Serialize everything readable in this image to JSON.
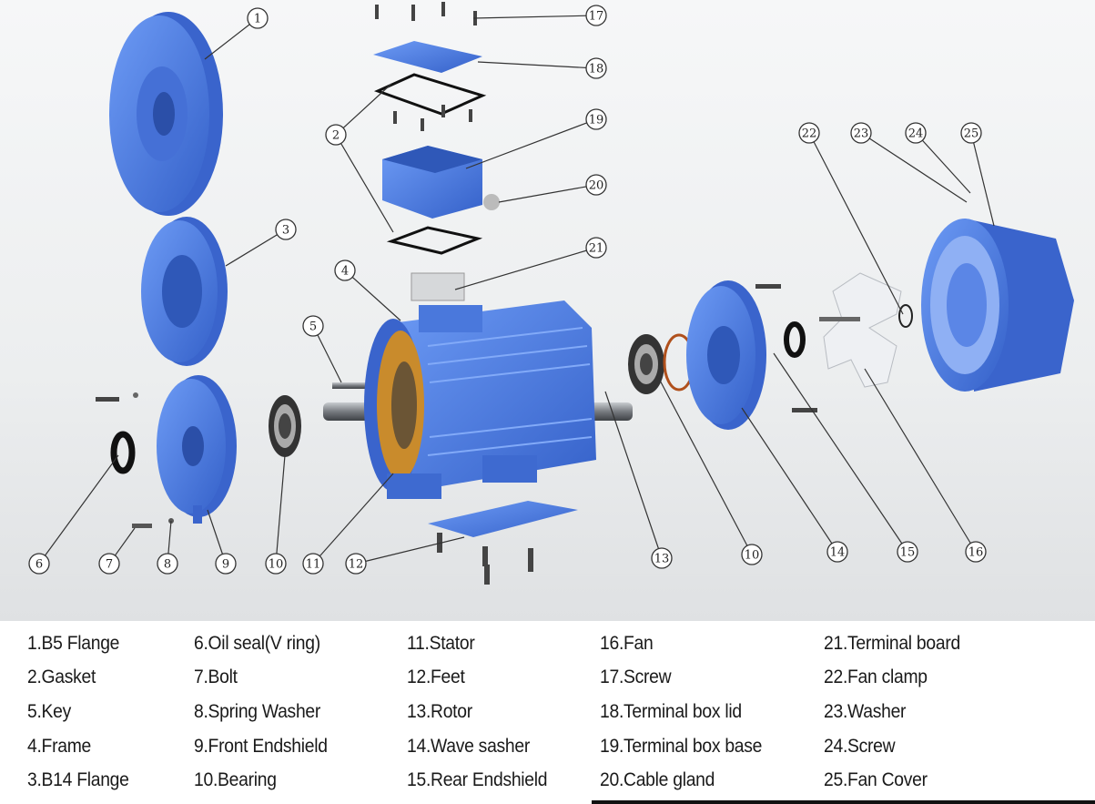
{
  "diagram": {
    "callouts": [
      "1",
      "17",
      "18",
      "2",
      "19",
      "20",
      "3",
      "21",
      "22",
      "23",
      "24",
      "25",
      "4",
      "5",
      "6",
      "7",
      "8",
      "9",
      "10",
      "11",
      "12",
      "13",
      "10",
      "14",
      "15",
      "16"
    ],
    "colors": {
      "part_blue": "#4f7fe6",
      "part_dark": "#2f56b8",
      "callout_fill": "#ffffff",
      "callout_stroke": "#333333",
      "background_top": "#f4f5f6",
      "background_bottom": "#e2e4e6"
    }
  },
  "legend": {
    "columns": [
      [
        "1.B5 Flange",
        "2.Gasket",
        "5.Key",
        "4.Frame",
        "3.B14 Flange"
      ],
      [
        "6.Oil seal(V ring)",
        "7.Bolt",
        "8.Spring Washer",
        "9.Front Endshield",
        "10.Bearing"
      ],
      [
        "11.Stator",
        "12.Feet",
        "13.Rotor",
        "14.Wave sasher",
        "15.Rear Endshield"
      ],
      [
        "16.Fan",
        "17.Screw",
        "18.Terminal box lid",
        "19.Terminal box base",
        "20.Cable gland"
      ],
      [
        "21.Terminal board",
        "22.Fan clamp",
        "23.Washer",
        "24.Screw",
        "25.Fan Cover"
      ]
    ]
  }
}
